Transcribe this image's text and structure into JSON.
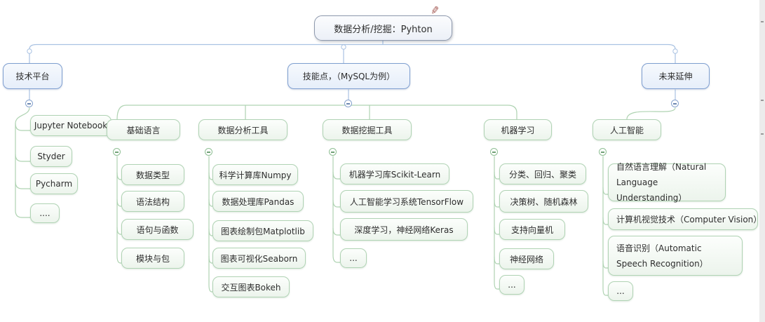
{
  "root": {
    "label": "数据分析/挖掘：Pyhton"
  },
  "icons": {
    "edit_pencil": "✎"
  },
  "branches": [
    {
      "label": "技术平台",
      "children": [
        {
          "label": "Jupyter Notebook"
        },
        {
          "label": "Styder"
        },
        {
          "label": "Pycharm"
        },
        {
          "label": "...."
        }
      ]
    },
    {
      "label": "技能点，（MySQL为例）",
      "children": [
        {
          "label": "基础语言",
          "children": [
            {
              "label": "数据类型"
            },
            {
              "label": "语法结构"
            },
            {
              "label": "语句与函数"
            },
            {
              "label": "模块与包"
            }
          ]
        },
        {
          "label": "数据分析工具",
          "children": [
            {
              "label": "科学计算库Numpy"
            },
            {
              "label": "数据处理库Pandas"
            },
            {
              "label": "图表绘制包Matplotlib"
            },
            {
              "label": "图表可视化Seaborn"
            },
            {
              "label": "交互图表Bokeh"
            }
          ]
        },
        {
          "label": "数据挖掘工具",
          "children": [
            {
              "label": "机器学习库Scikit-Learn"
            },
            {
              "label": "人工智能学习系统TensorFlow"
            },
            {
              "label": "深度学习，神经网络Keras"
            },
            {
              "label": "..."
            }
          ]
        },
        {
          "label": "机器学习",
          "children": [
            {
              "label": "分类、回归、聚类"
            },
            {
              "label": "决策树、随机森林"
            },
            {
              "label": "支持向量机"
            },
            {
              "label": "神经网络"
            },
            {
              "label": "..."
            }
          ]
        }
      ]
    },
    {
      "label": "未来延伸",
      "children": [
        {
          "label": "人工智能",
          "children": [
            {
              "label": "自然语言理解（Natural Language Understanding）"
            },
            {
              "label": "计算机视觉技术（Computer Vision）"
            },
            {
              "label": "语音识别（Automatic Speech Recognition）"
            },
            {
              "label": "..."
            }
          ]
        }
      ]
    }
  ],
  "colors": {
    "blue_border": "#7f9fd0",
    "blue_fill": "#e6eefa",
    "green_border": "#b0d3b4",
    "green_fill": "#ecf4ec",
    "blue_line": "#a9c2e2",
    "green_line": "#afd3b2",
    "root_border": "#8e99ad"
  }
}
